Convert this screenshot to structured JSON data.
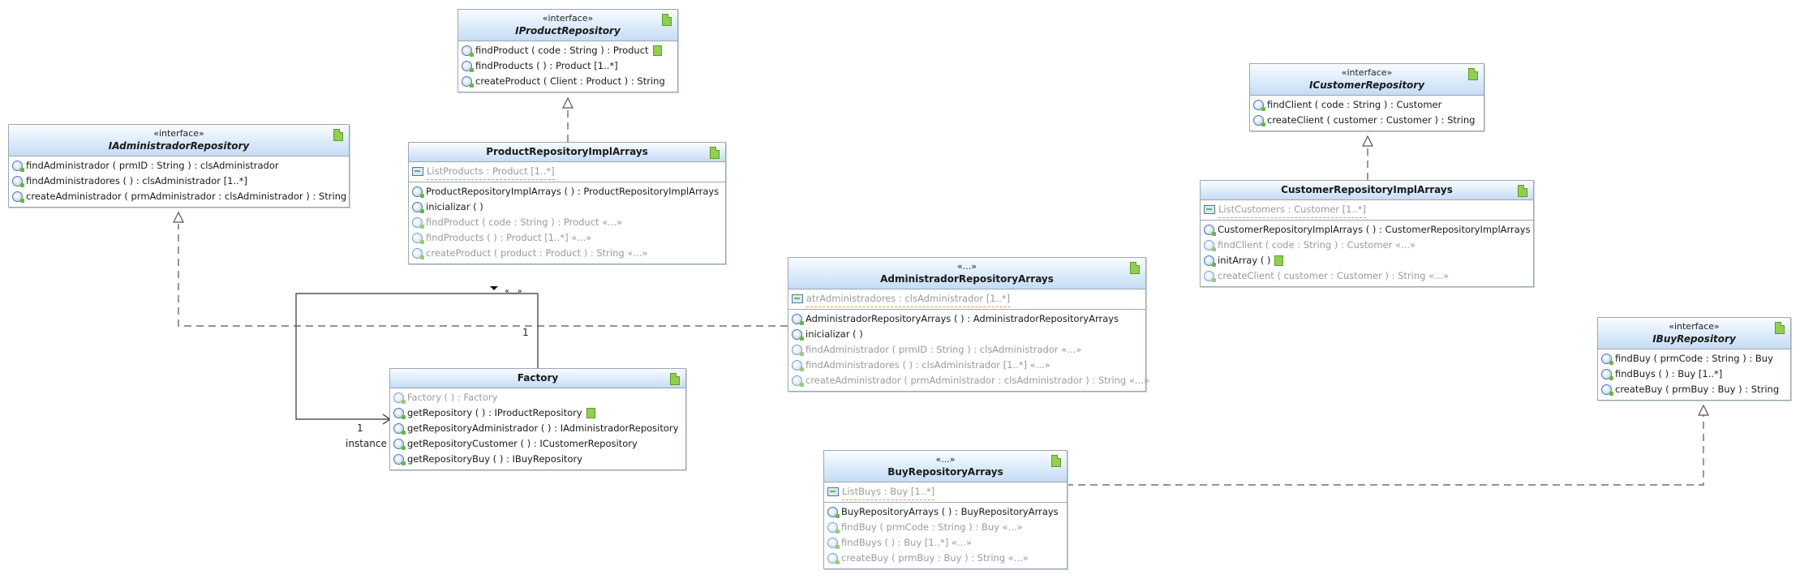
{
  "classes": {
    "iproduct": {
      "stereotype": "«interface»",
      "name": "IProductRepository",
      "methods": [
        "findProduct ( code : String ) : Product",
        "findProducts ( ) : Product [1..*]",
        "createProduct ( Client : Product ) : String"
      ]
    },
    "productimpl": {
      "name": "ProductRepositoryImplArrays",
      "attribute": "ListProducts : Product [1..*]",
      "methods": [
        "ProductRepositoryImplArrays ( ) : ProductRepositoryImplArrays",
        "inicializar ( )",
        "findProduct ( code : String ) : Product «...»",
        "findProducts ( ) : Product [1..*] «...»",
        "createProduct ( product : Product ) : String «...»"
      ]
    },
    "iadmin": {
      "stereotype": "«interface»",
      "name": "IAdministradorRepository",
      "methods": [
        "findAdministrador ( prmID : String ) : clsAdministrador",
        "findAdministradores ( ) : clsAdministrador [1..*]",
        "createAdministrador ( prmAdministrador : clsAdministrador ) : String"
      ]
    },
    "icustomer": {
      "stereotype": "«interface»",
      "name": "ICustomerRepository",
      "methods": [
        "findClient ( code : String ) : Customer",
        "createClient ( customer : Customer ) : String"
      ]
    },
    "customerimpl": {
      "name": "CustomerRepositoryImplArrays",
      "attribute": "ListCustomers : Customer [1..*]",
      "methods": [
        "CustomerRepositoryImplArrays ( ) : CustomerRepositoryImplArrays",
        "findClient ( code : String ) : Customer «...»",
        "initArray ( )",
        "createClient ( customer : Customer ) : String «...»"
      ]
    },
    "adminarrays": {
      "stereotype": "«...»",
      "name": "AdministradorRepositoryArrays",
      "attribute": "atrAdministradores : clsAdministrador [1..*]",
      "methods": [
        "AdministradorRepositoryArrays ( ) : AdministradorRepositoryArrays",
        "inicializar ( )",
        "findAdministrador ( prmID : String ) : clsAdministrador «...»",
        "findAdministradores ( ) : clsAdministrador [1..*] «...»",
        "createAdministrador ( prmAdministrador : clsAdministrador ) : String «...»"
      ]
    },
    "factory": {
      "name": "Factory",
      "methods": [
        "Factory ( ) : Factory",
        "getRepository ( ) : IProductRepository",
        "getRepositoryAdministrador ( ) : IAdministradorRepository",
        "getRepositoryCustomer ( ) : ICustomerRepository",
        "getRepositoryBuy ( ) : IBuyRepository"
      ]
    },
    "ibuy": {
      "stereotype": "«interface»",
      "name": "IBuyRepository",
      "methods": [
        "findBuy ( prmCode : String ) : Buy",
        "findBuys ( ) : Buy [1..*]",
        "createBuy ( prmBuy : Buy ) : String"
      ]
    },
    "buyarrays": {
      "stereotype": "«...»",
      "name": "BuyRepositoryArrays",
      "attribute": "ListBuys : Buy [1..*]",
      "methods": [
        "BuyRepositoryArrays ( ) : BuyRepositoryArrays",
        "findBuy ( prmCode : String ) : Buy «...»",
        "findBuys ( ) : Buy [1..*] «...»",
        "createBuy ( prmBuy : Buy ) : String «...»"
      ]
    }
  },
  "labels": {
    "self_assoc_stereo": "«...»",
    "mult_admin": "1",
    "mult_instance": "1",
    "role_instance": "instance"
  }
}
